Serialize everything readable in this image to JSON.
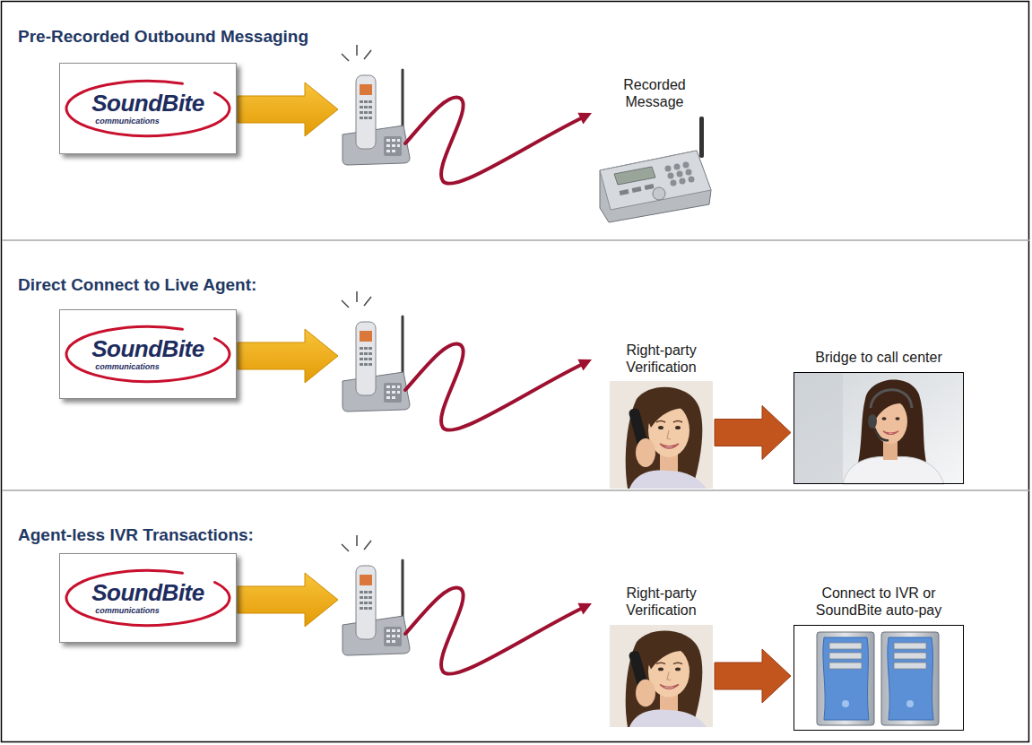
{
  "diagram": {
    "nodes": [
      {
        "text": [
          "SoundBite",
          "communications"
        ]
      },
      {
        "text": [
          "Recorded Message"
        ]
      },
      {
        "text": [
          "SoundBite",
          "communications"
        ]
      },
      {
        "text": [
          "Right-party Verification"
        ]
      },
      {
        "text": [
          "Bridge to call center"
        ]
      },
      {
        "text": [
          "SoundBite",
          "communications"
        ]
      },
      {
        "text": [
          "Right-party Verification"
        ]
      },
      {
        "text": [
          "Connect to IVR or SoundBite auto-pay"
        ]
      }
    ],
    "edges": [
      {
        "from": 3,
        "to": 4,
        "arrow": "to"
      },
      {
        "from": 6,
        "to": 7,
        "arrow": "to"
      }
    ],
    "labels": [
      "Pre-Recorded Outbound Messaging",
      "Direct Connect to Live Agent:",
      "Agent-less IVR Transactions:"
    ]
  }
}
